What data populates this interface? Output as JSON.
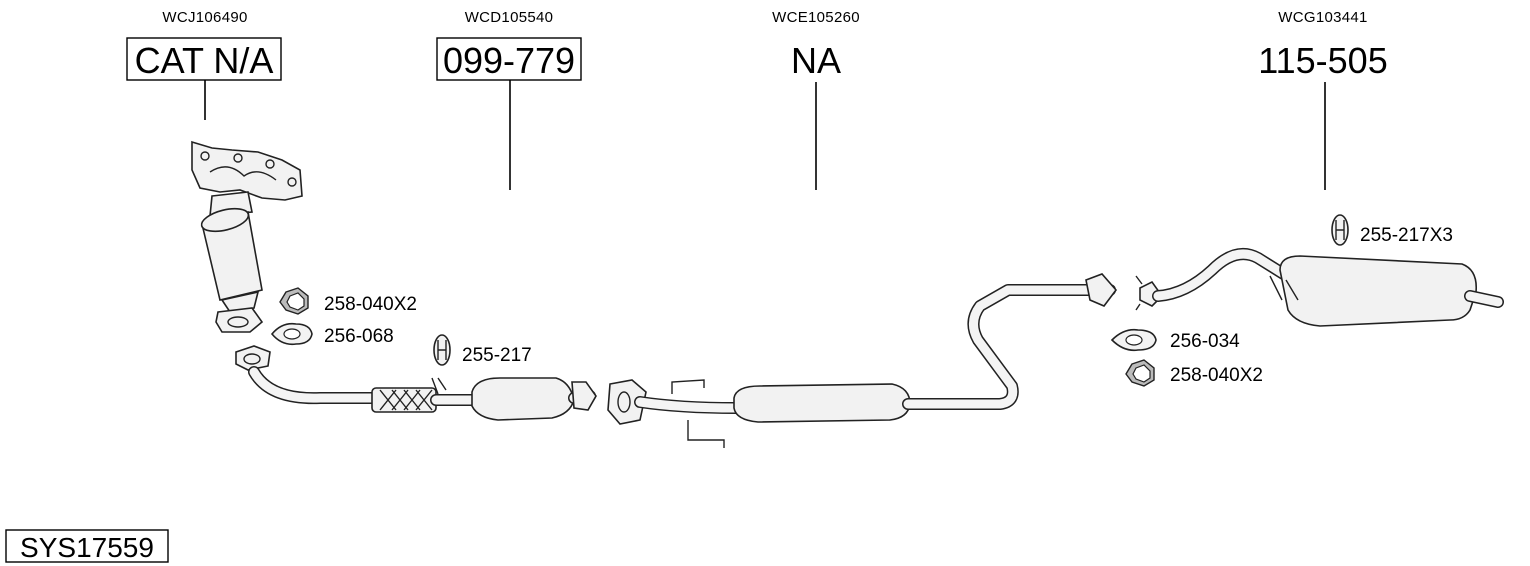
{
  "sections": [
    {
      "oem": "WCJ106490",
      "part_number": "CAT N/A",
      "boxed": true
    },
    {
      "oem": "WCD105540",
      "part_number": "099-779",
      "boxed": true
    },
    {
      "oem": "WCE105260",
      "part_number": "NA",
      "boxed": false
    },
    {
      "oem": "WCG103441",
      "part_number": "115-505",
      "boxed": false
    }
  ],
  "accessories": [
    {
      "code": "258-040X2",
      "icon": "nut-icon"
    },
    {
      "code": "256-068",
      "icon": "gasket-icon"
    },
    {
      "code": "255-217",
      "icon": "rubber-hanger-icon"
    },
    {
      "code": "255-217X3",
      "icon": "rubber-hanger-icon"
    },
    {
      "code": "256-034",
      "icon": "gasket-icon"
    },
    {
      "code": "258-040X2",
      "icon": "nut-icon"
    }
  ],
  "system_id": "SYS17559"
}
